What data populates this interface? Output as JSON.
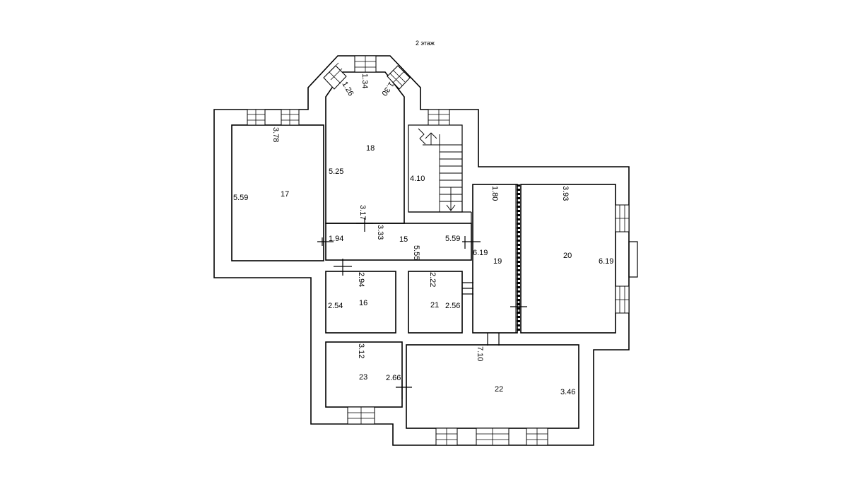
{
  "title": "2 этаж",
  "rooms": [
    {
      "id": "17",
      "label": "17"
    },
    {
      "id": "18",
      "label": "18"
    },
    {
      "id": "15",
      "label": "15"
    },
    {
      "id": "16",
      "label": "16"
    },
    {
      "id": "21",
      "label": "21"
    },
    {
      "id": "19",
      "label": "19"
    },
    {
      "id": "20",
      "label": "20"
    },
    {
      "id": "22",
      "label": "22"
    },
    {
      "id": "23",
      "label": "23"
    }
  ],
  "dimensions": {
    "d_378": "3.78",
    "d_559_r17": "5.59",
    "d_126": "1.26",
    "d_134": "1.34",
    "d_130": "1.30",
    "d_525": "5.25",
    "d_410": "4.10",
    "d_317": "3.17",
    "d_333": "3.33",
    "d_194": "1.94",
    "d_555": "5.55",
    "d_559_r15": "5.59",
    "d_619_r19": "6.19",
    "d_180": "1.80",
    "d_393": "3.93",
    "d_619_r20": "6.19",
    "d_294": "2.94",
    "d_254": "2.54",
    "d_222": "2.22",
    "d_256": "2.56",
    "d_312": "3.12",
    "d_266": "2.66",
    "d_710": "7.10",
    "d_346": "3.46"
  }
}
